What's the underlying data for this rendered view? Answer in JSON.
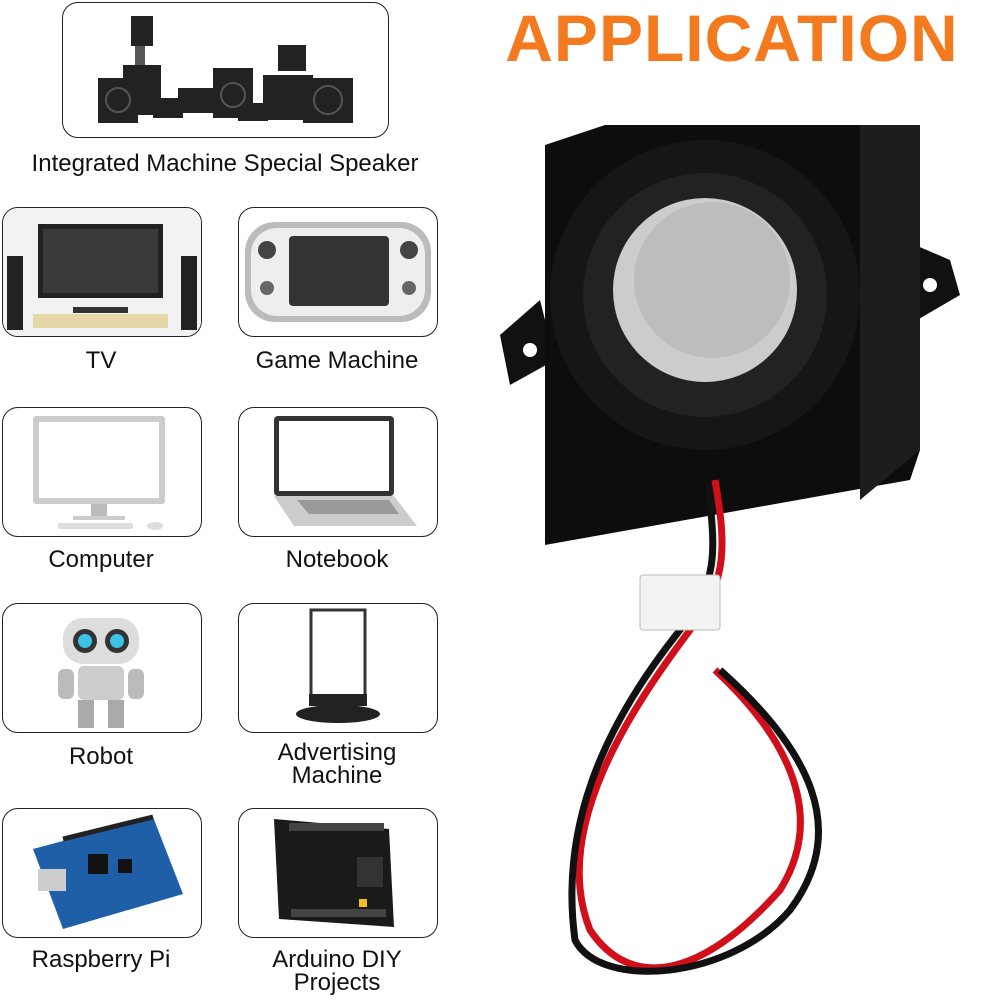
{
  "title": "APPLICATION",
  "accent_color": "#f47a1f",
  "top_item": {
    "label": "Integrated Machine Special Speaker",
    "icon": "speaker-set-icon"
  },
  "items": [
    {
      "label": "TV",
      "icon": "tv-icon"
    },
    {
      "label": "Game Machine",
      "icon": "game-console-icon"
    },
    {
      "label": "Computer",
      "icon": "computer-icon"
    },
    {
      "label": "Notebook",
      "icon": "laptop-icon"
    },
    {
      "label": "Robot",
      "icon": "robot-icon"
    },
    {
      "label": "Advertising Machine",
      "icon": "advertising-display-icon"
    },
    {
      "label": "Raspberry Pi",
      "icon": "circuit-board-icon"
    },
    {
      "label": "Arduino DIY Projects",
      "icon": "arduino-board-icon"
    }
  ]
}
